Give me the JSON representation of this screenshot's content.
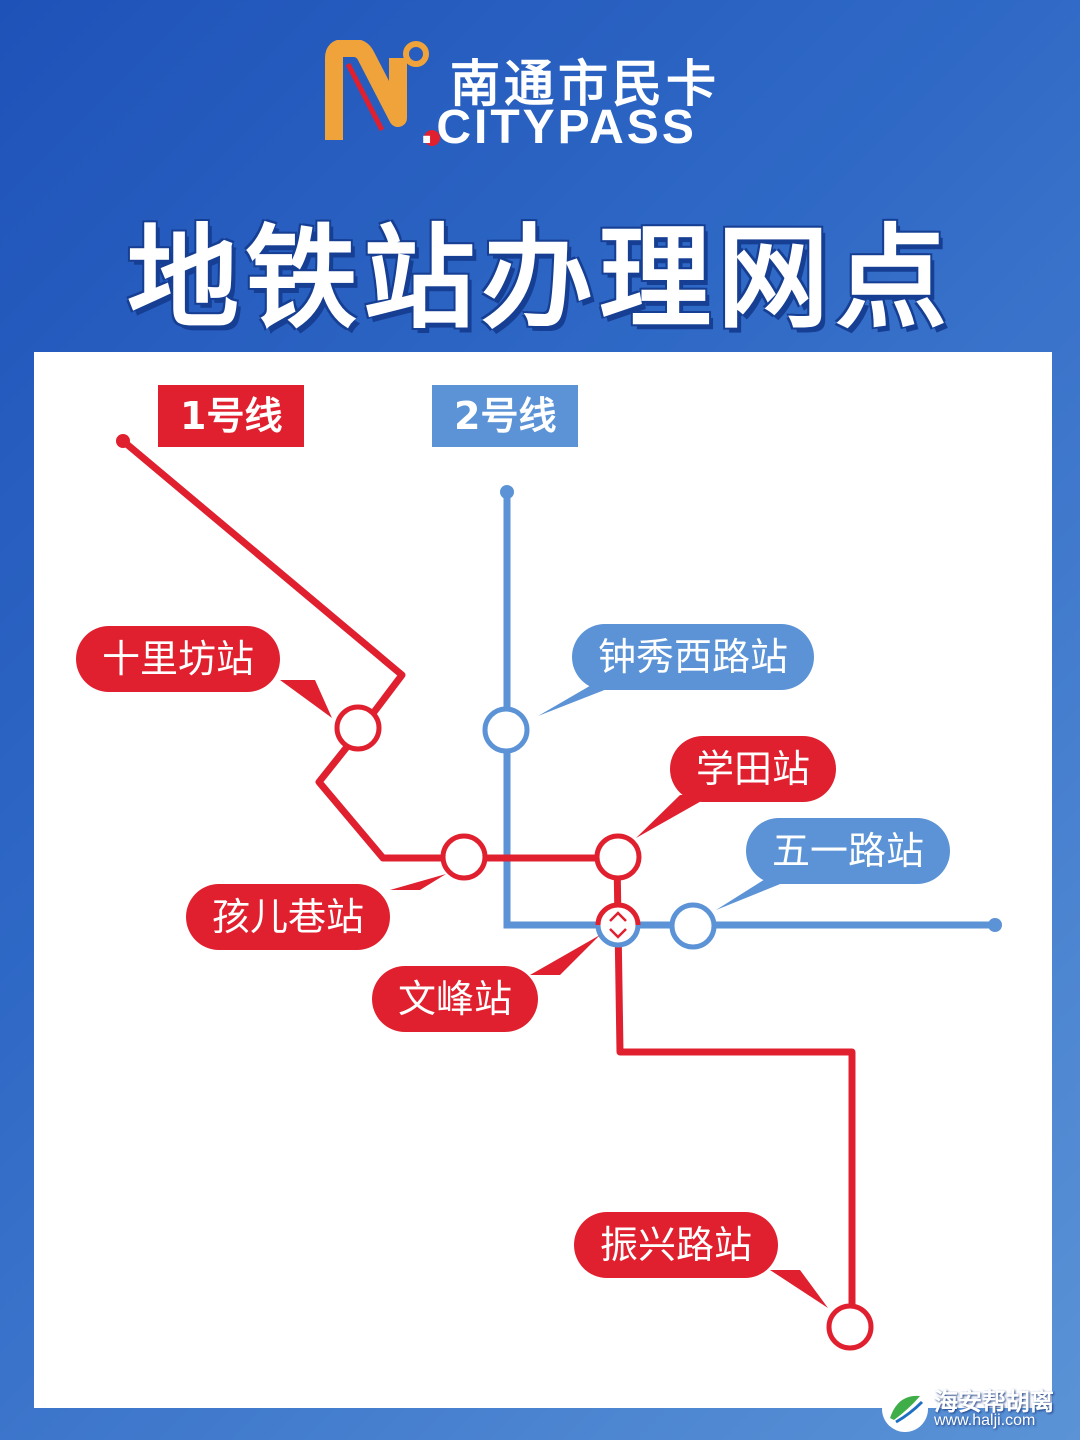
{
  "brand": {
    "name_cn": "南通市民卡",
    "name_en": "CITYPASS",
    "logo_letter": "N"
  },
  "title": "地铁站办理网点",
  "legend": {
    "line1": "1号线",
    "line2": "2号线"
  },
  "colors": {
    "line1": "#e0202f",
    "line2": "#5b93d6",
    "background": "#2f69c6",
    "panel": "#ffffff",
    "brand_orange": "#f0a33a"
  },
  "stations": {
    "shilifang": "十里坊站",
    "haiërxiang": "孩儿巷站",
    "wenfeng": "文峰站",
    "xuetian": "学田站",
    "zhenxinglu": "振兴路站",
    "zhongxiuxilu": "钟秀西路站",
    "wuyilu": "五一路站"
  },
  "watermark": {
    "name": "海安帮胡离",
    "url": "www.halji.com"
  }
}
